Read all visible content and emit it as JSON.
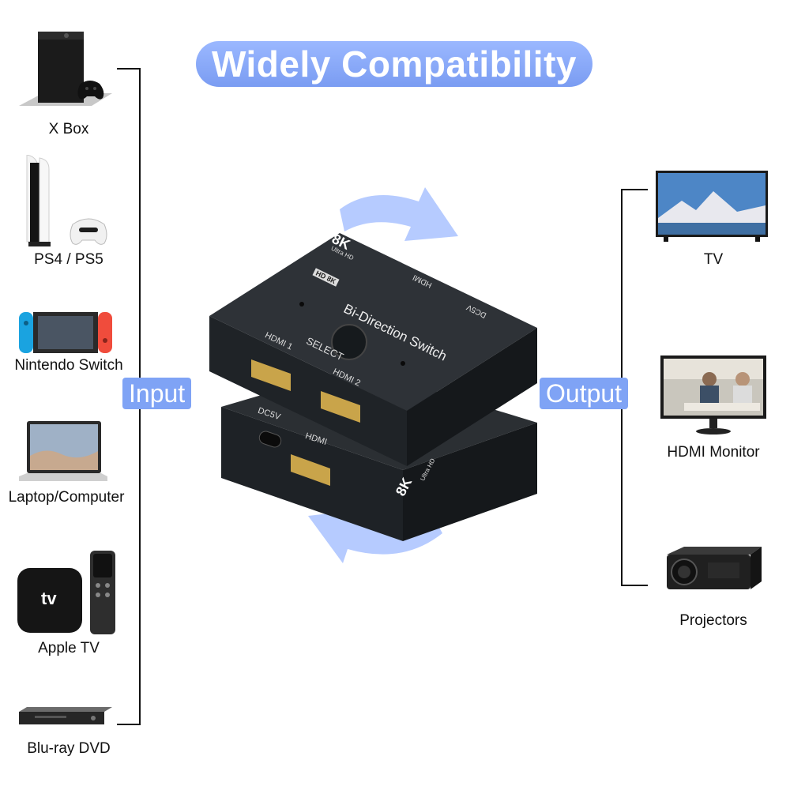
{
  "title": "Widely Compatibility",
  "input_label": "Input",
  "output_label": "Output",
  "inputs": [
    {
      "label": "X Box",
      "icon": "xbox-console-icon"
    },
    {
      "label": "PS4 / PS5",
      "icon": "playstation-console-icon"
    },
    {
      "label": "Nintendo Switch",
      "icon": "nintendo-switch-icon"
    },
    {
      "label": "Laptop/Computer",
      "icon": "laptop-icon"
    },
    {
      "label": "Apple TV",
      "icon": "apple-tv-icon"
    },
    {
      "label": "Blu-ray DVD",
      "icon": "bluray-player-icon"
    }
  ],
  "outputs": [
    {
      "label": "TV",
      "icon": "tv-icon"
    },
    {
      "label": "HDMI Monitor",
      "icon": "monitor-icon"
    },
    {
      "label": "Projectors",
      "icon": "projector-icon"
    }
  ],
  "apple_tv_logo_text": "tv",
  "switch": {
    "top_badge": "8K",
    "top_badge_sub": "Ultra HD",
    "top_name": "Bi-Direction Switch",
    "top_hd_badge": "HD 8K",
    "port_hdmi1": "HDMI 1",
    "port_hdmi2": "HDMI 2",
    "select_label": "SELECT",
    "rear_hdmi": "HDMI",
    "rear_dc": "DC5V",
    "bottom_dc": "DC5V",
    "bottom_hdmi": "HDMI",
    "bottom_badge": "8K",
    "bottom_badge_sub": "Ultra HD"
  },
  "colors": {
    "accent": "#7fa3f5",
    "arrow": "#a9c2ff",
    "device_dark": "#1e2226"
  }
}
